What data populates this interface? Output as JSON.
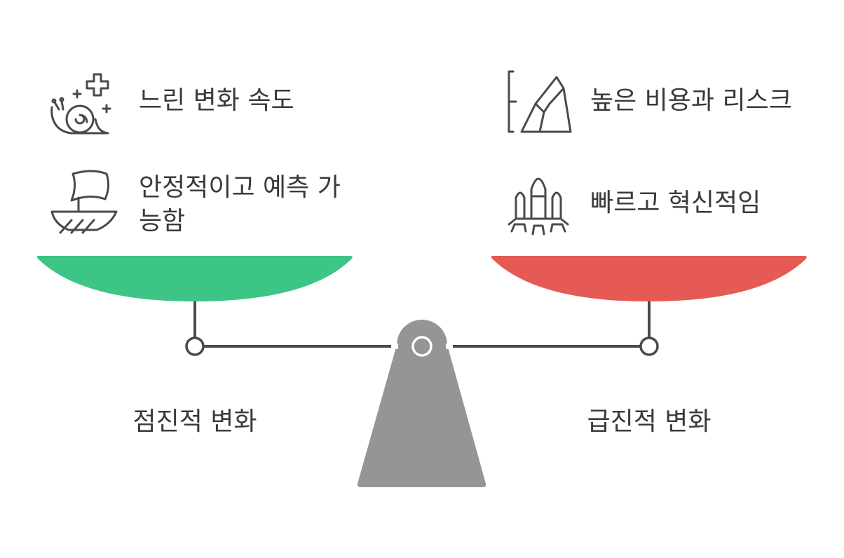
{
  "left": {
    "pan_color": "#3cc585",
    "base_label": "점진적 변화",
    "items": [
      {
        "icon": "snail-icon",
        "label": "느린 변화 속도"
      },
      {
        "icon": "sailboat-icon",
        "label": "안정적이고 예측 가능함"
      }
    ]
  },
  "right": {
    "pan_color": "#e55a55",
    "base_label": "급진적 변화",
    "items": [
      {
        "icon": "mountain-cliff-icon",
        "label": "높은 비용과 리스크"
      },
      {
        "icon": "space-shuttle-icon",
        "label": "빠르고 혁신적임"
      }
    ]
  },
  "colors": {
    "stand": "#959595",
    "beam": "#4a4a4a",
    "text": "#3a3a3a"
  }
}
